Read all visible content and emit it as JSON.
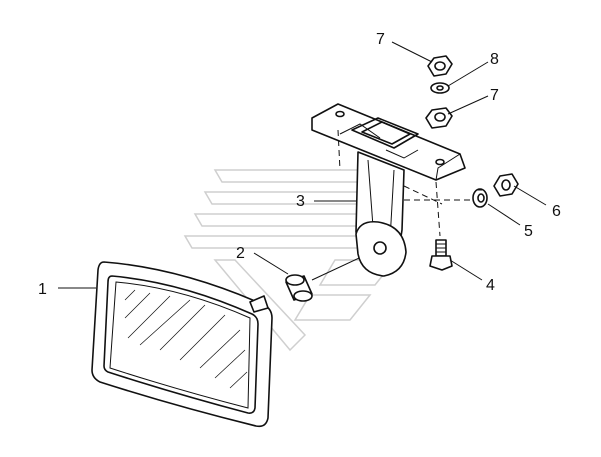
{
  "callouts": [
    {
      "id": "1",
      "label": "1"
    },
    {
      "id": "2",
      "label": "2"
    },
    {
      "id": "3",
      "label": "3"
    },
    {
      "id": "4",
      "label": "4"
    },
    {
      "id": "5",
      "label": "5"
    },
    {
      "id": "6",
      "label": "6"
    },
    {
      "id": "7a",
      "label": "7"
    },
    {
      "id": "7b",
      "label": "7"
    },
    {
      "id": "8",
      "label": "8"
    }
  ]
}
